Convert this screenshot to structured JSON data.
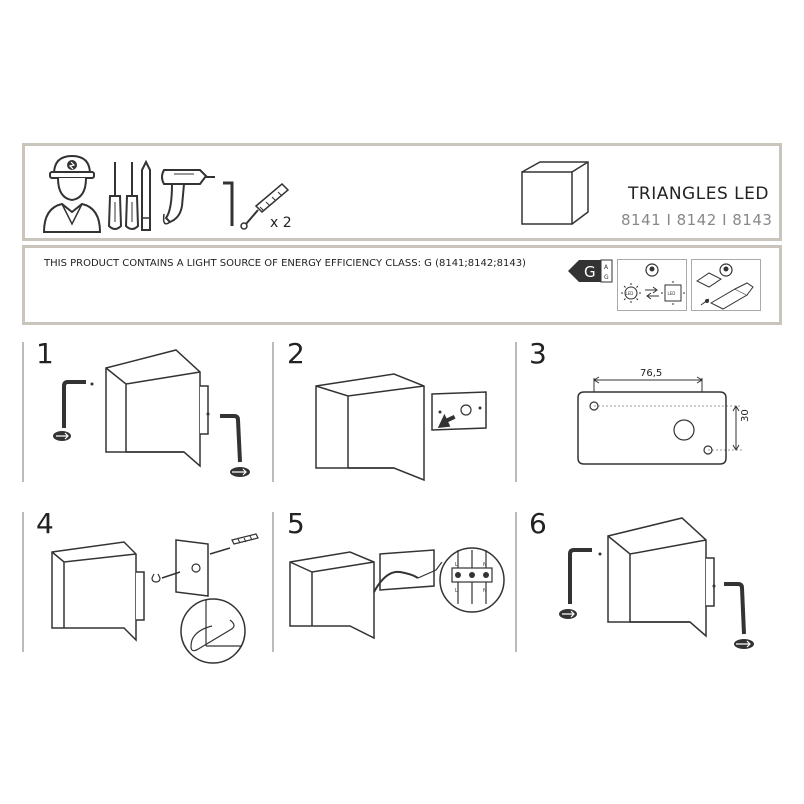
{
  "header": {
    "product_title": "TRIANGLES LED",
    "product_codes": "8141 I 8142 I 8143",
    "screw_count": "x 2"
  },
  "energy": {
    "notice": "THIS PRODUCT CONTAINS A LIGHT SOURCE OF ENERGY EFFICIENCY CLASS: G (8141;8142;8143)",
    "class_letter": "G",
    "class_range_top": "A",
    "class_range_bottom": "G",
    "led_label_left": "LED",
    "led_label_right": "LED"
  },
  "steps": [
    {
      "number": "1"
    },
    {
      "number": "2"
    },
    {
      "number": "3",
      "dim_horizontal": "76,5",
      "dim_vertical": "30"
    },
    {
      "number": "4"
    },
    {
      "number": "5",
      "terminal_labels": [
        "L",
        "N"
      ]
    },
    {
      "number": "6"
    }
  ],
  "colors": {
    "panel_border": "#c9c5bc",
    "line": "#333333",
    "divider": "#bbbbbb"
  }
}
